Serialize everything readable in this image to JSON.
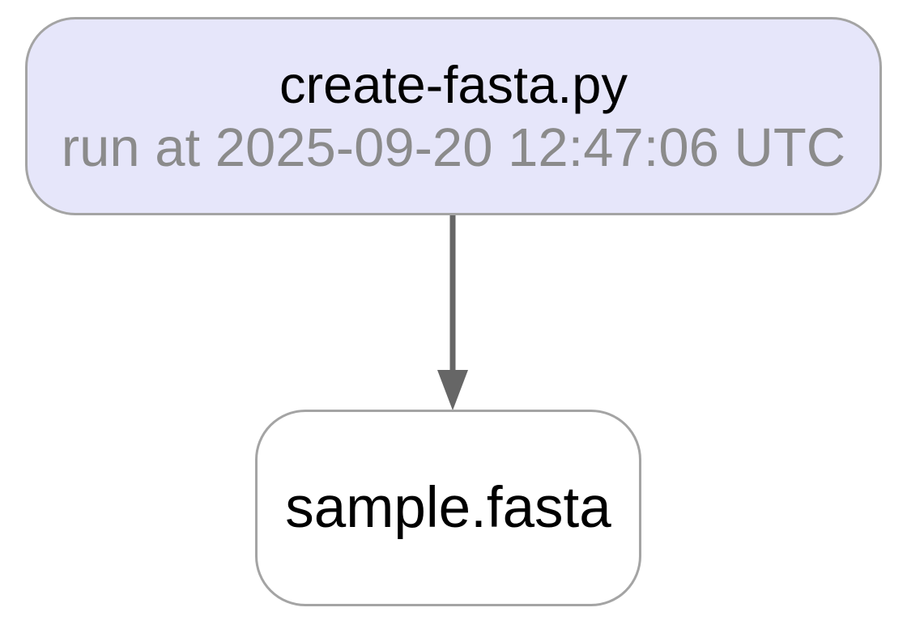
{
  "diagram": {
    "type": "directed-graph",
    "background_color": "#ffffff",
    "nodes": [
      {
        "id": "create-fasta.py",
        "kind": "process",
        "label": "create-fasta.py",
        "sublabel": "run at 2025-09-20 12:47:06 UTC",
        "fill_color": "#e6e6fa",
        "border_color": "#a4a4a4",
        "label_color": "#000000",
        "sublabel_color": "#8b8b8b"
      },
      {
        "id": "sample.fasta",
        "kind": "file",
        "label": "sample.fasta",
        "fill_color": "#ffffff",
        "border_color": "#a4a4a4",
        "label_color": "#000000"
      }
    ],
    "edges": [
      {
        "from": "create-fasta.py",
        "to": "sample.fasta",
        "direction": "down",
        "color": "#666666"
      }
    ]
  }
}
